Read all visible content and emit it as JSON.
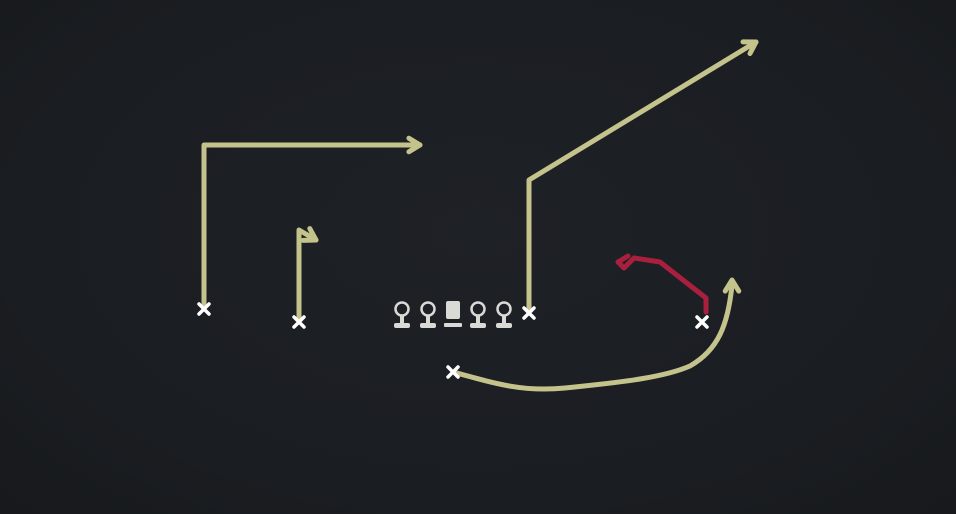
{
  "colors": {
    "background": "#1b1e22",
    "route": "#c5c38c",
    "highlight_route": "#a8203e",
    "player_marker": "#ffffff",
    "lineman": "#d9d9d6"
  },
  "players": [
    {
      "role": "receiver",
      "marker": "x",
      "route": "go-out"
    },
    {
      "role": "receiver",
      "marker": "x",
      "route": "stop-out"
    },
    {
      "role": "receiver",
      "marker": "x",
      "route": "post"
    },
    {
      "role": "receiver",
      "marker": "x",
      "route": "curl"
    },
    {
      "role": "back",
      "marker": "x",
      "route": "wheel"
    }
  ],
  "option_route": {
    "owner_index": 3,
    "route": "option-in"
  },
  "offensive_line": {
    "count": 5,
    "center_index": 2,
    "icon": "blocking-sled-icon"
  }
}
